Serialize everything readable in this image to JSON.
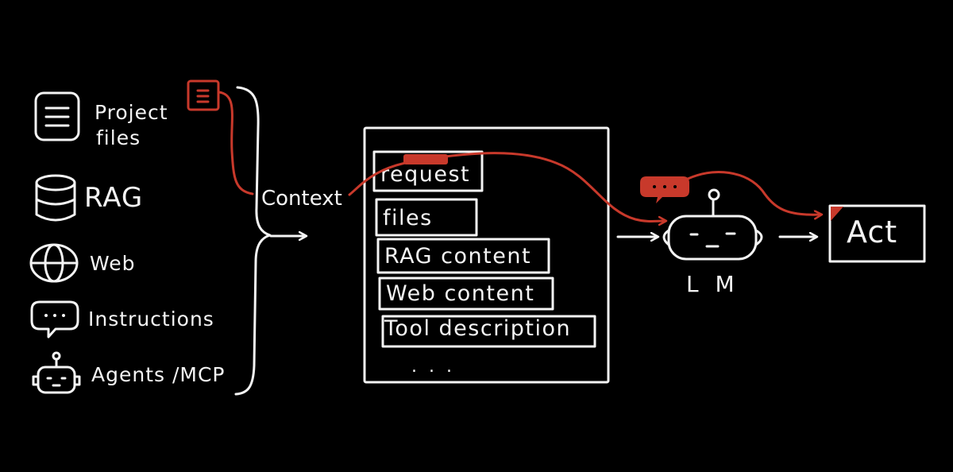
{
  "sources": {
    "project_files_line1": "Project",
    "project_files_line2": "files",
    "rag": "RAG",
    "web": "Web",
    "instructions": "Instructions",
    "agents": "Agents /MCP"
  },
  "context_label": "Context",
  "context_window": {
    "slots": [
      "request",
      "files",
      "RAG content",
      "Web content",
      "Tool description"
    ],
    "ellipsis": ". . ."
  },
  "lm_label": "L M",
  "act_label": "Act",
  "colors": {
    "background": "#000000",
    "ink": "#f4f4f4",
    "accent": "#c8392b"
  }
}
